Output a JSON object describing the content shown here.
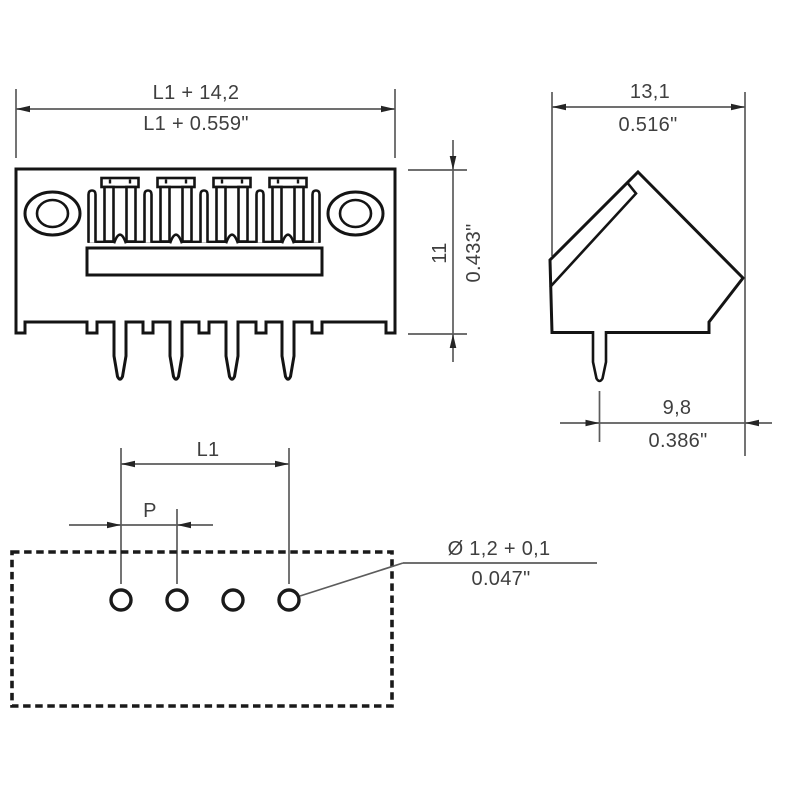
{
  "drawing": {
    "background": "#ffffff",
    "line_color": "#141414",
    "dim_line_color": "#5c5c5c",
    "text_color": "#3f3f3f",
    "front_view": {
      "width_metric": "L1 + 14,2",
      "width_imperial": "L1 + 0.559\"",
      "height_metric": "11",
      "height_imperial": "0.433\"",
      "pole_count": 4
    },
    "side_view": {
      "width_metric": "13,1",
      "width_imperial": "0.516\"",
      "pin_to_edge_metric": "9,8",
      "pin_to_edge_imperial": "0.386\""
    },
    "pcb_view": {
      "length_label": "L1",
      "pitch_label": "P",
      "hole_dia_metric": "Ø 1,2 + 0,1",
      "hole_dia_imperial": "0.047\"",
      "hole_count": 4
    }
  }
}
